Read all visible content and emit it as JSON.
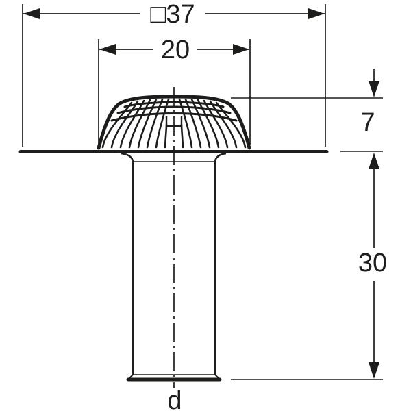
{
  "drawing": {
    "labels": {
      "overall_width": "□37",
      "grate_width": "20",
      "grate_height": "7",
      "pipe_length": "30",
      "outlet_diameter": "d"
    },
    "colors": {
      "line": "#1d1d1b",
      "background": "#ffffff"
    }
  }
}
